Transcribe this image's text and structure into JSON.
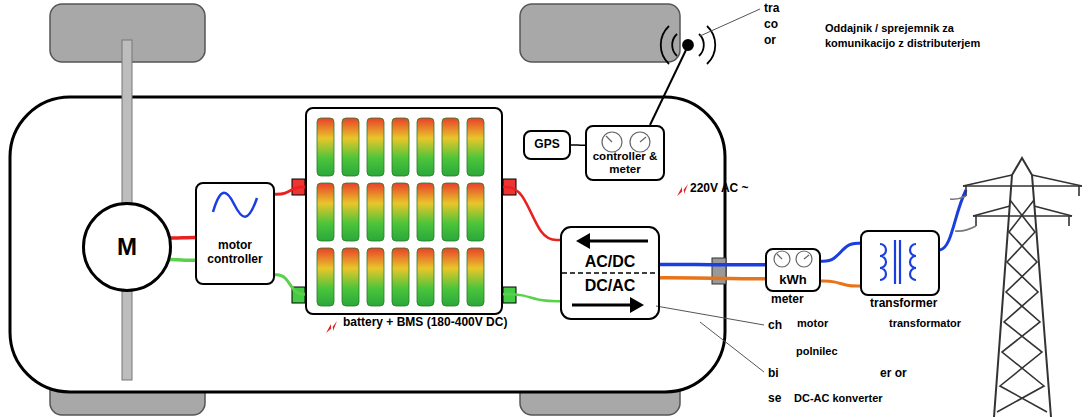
{
  "diagram": {
    "nodes": [
      {
        "text": [
          "M"
        ]
      },
      {
        "text": [
          "motor controller"
        ]
      },
      {
        "text": [
          "battery + BMS (180-400V DC)"
        ]
      },
      {
        "text": [
          "GPS"
        ]
      },
      {
        "text": [
          "controller & meter"
        ]
      },
      {
        "text": [
          "AC/DC",
          "DC/AC"
        ]
      },
      {
        "text": [
          "kWh",
          "meter"
        ]
      },
      {
        "text": [
          "transformer"
        ]
      }
    ],
    "edges": [
      {
        "from": 0,
        "to": 1,
        "arrow": "none"
      },
      {
        "from": 0,
        "to": 1,
        "arrow": "none"
      },
      {
        "from": 1,
        "to": 2,
        "arrow": "none"
      },
      {
        "from": 1,
        "to": 2,
        "arrow": "none"
      },
      {
        "from": 2,
        "to": 5,
        "arrow": "none"
      },
      {
        "from": 2,
        "to": 5,
        "arrow": "none"
      },
      {
        "from": 5,
        "to": 6,
        "arrow": "none"
      },
      {
        "from": 5,
        "to": 6,
        "arrow": "none"
      },
      {
        "from": 6,
        "to": 7,
        "arrow": "none"
      },
      {
        "from": 6,
        "to": 7,
        "arrow": "none"
      },
      {
        "from": 3,
        "to": 4,
        "arrow": "none"
      }
    ],
    "labels": [
      "tra",
      "co",
      "or",
      "Oddajnik / sprejemnik za komunikacijo z distributerjem",
      "220V AC ~",
      "ch",
      "motor",
      "transformator",
      "polnilec",
      "bi",
      "er or",
      "se",
      "DC-AC konverter"
    ]
  }
}
